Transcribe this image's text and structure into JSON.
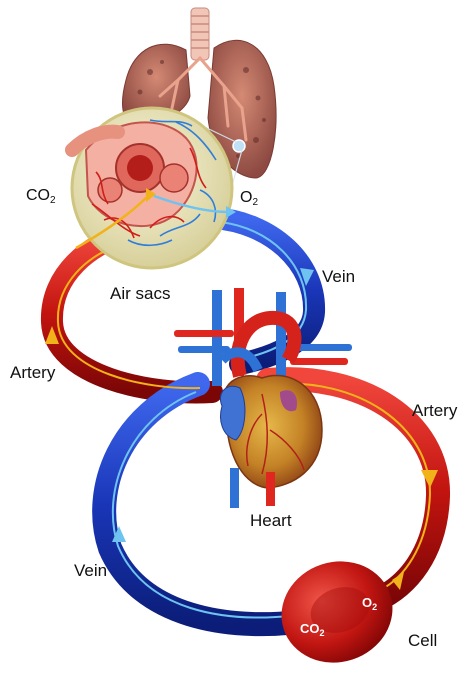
{
  "labels": {
    "air_sacs": "Air sacs",
    "vein_top": "Vein",
    "artery_left": "Artery",
    "artery_right": "Artery",
    "heart": "Heart",
    "vein_bottom": "Vein",
    "cell": "Cell"
  },
  "chem": {
    "co2_lungs": {
      "base": "CO",
      "sub": "2"
    },
    "o2_lungs": {
      "base": "O",
      "sub": "2"
    },
    "o2_cell": {
      "base": "O",
      "sub": "2"
    },
    "co2_cell": {
      "base": "CO",
      "sub": "2"
    }
  },
  "colors": {
    "artery": "#d8201c",
    "vein": "#1d3fc8",
    "flow_arrow_oxygenated": "#f2b21a",
    "flow_arrow_deoxygenated": "#6ec3f0",
    "lung": "#b86a5c",
    "heart": "#c89a2a"
  }
}
